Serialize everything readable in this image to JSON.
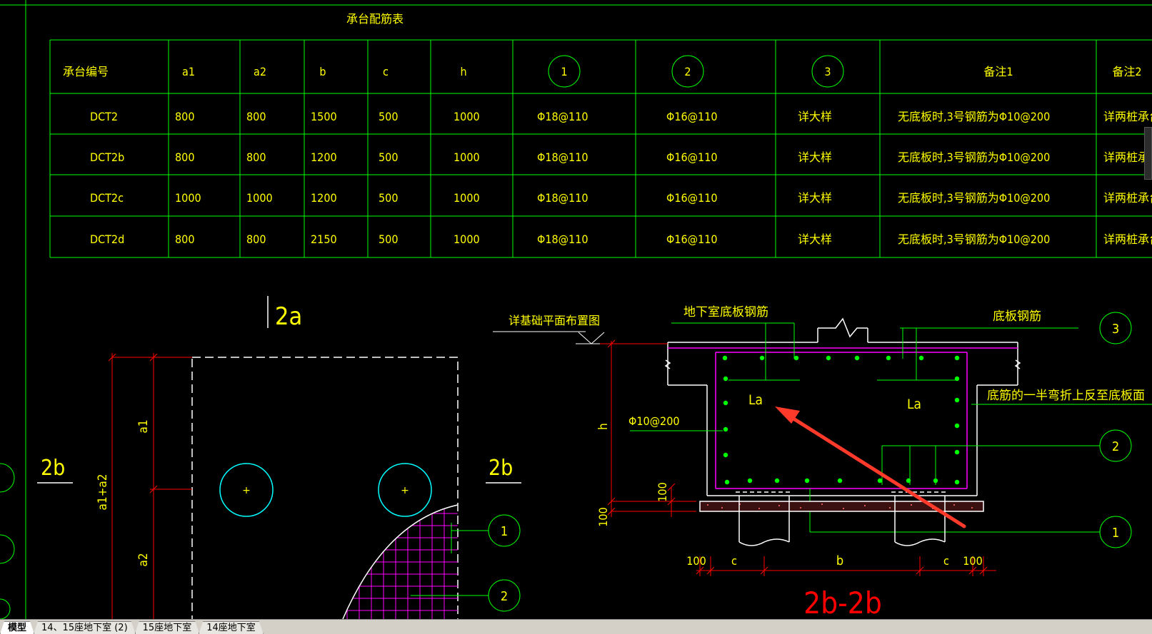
{
  "colors": {
    "background": "#000000",
    "grid_green": "#00ff00",
    "text_yellow": "#ffff00",
    "dim_red": "#ff0000",
    "pile_cyan": "#00ffff",
    "hatch_magenta": "#ff00ff",
    "outline_white": "#ffffff",
    "arrow_red": "#ff3a2a"
  },
  "table": {
    "title": "承台配筋表",
    "headers": [
      "承台编号",
      "a1",
      "a2",
      "b",
      "c",
      "h",
      "1",
      "2",
      "3",
      "备注1",
      "备注2"
    ],
    "rows": [
      [
        "DCT2",
        "800",
        "800",
        "1500",
        "500",
        "1000",
        "Φ18@110",
        "Φ16@110",
        "详大样",
        "无底板时,3号钢筋为Φ10@200",
        "详两桩承台大"
      ],
      [
        "DCT2b",
        "800",
        "800",
        "1200",
        "500",
        "1000",
        "Φ18@110",
        "Φ16@110",
        "详大样",
        "无底板时,3号钢筋为Φ10@200",
        "详两桩承台大"
      ],
      [
        "DCT2c",
        "1000",
        "1000",
        "1200",
        "500",
        "1000",
        "Φ18@110",
        "Φ16@110",
        "详大样",
        "无底板时,3号钢筋为Φ10@200",
        "详两桩承台大"
      ],
      [
        "DCT2d",
        "800",
        "800",
        "2150",
        "500",
        "1000",
        "Φ18@110",
        "Φ16@110",
        "详大样",
        "无底板时,3号钢筋为Φ10@200",
        "详两桩承台大"
      ]
    ]
  },
  "plan": {
    "label": "2a",
    "section_left": "2b",
    "section_right": "2b",
    "dims": [
      "a1",
      "a1+a2",
      "a2"
    ],
    "callouts": [
      "1",
      "2"
    ]
  },
  "section": {
    "title": "2b-2b",
    "note_plan": "详基础平面布置图",
    "note_slab": "地下室底板钢筋",
    "note_bottom": "底板钢筋",
    "note_bend": "底筋的一半弯折上反至底板面",
    "stirrup": "Φ10@200",
    "anchor_left": "La",
    "anchor_right": "La",
    "dim_h": "h",
    "dim_100_a": "100",
    "dim_100_b": "100",
    "dim_bottom": [
      "100",
      "c",
      "b",
      "c",
      "100"
    ],
    "callouts": [
      "3",
      "2",
      "1"
    ]
  },
  "tabs": [
    "模型",
    "14、15座地下室 (2)",
    "15座地下室",
    "14座地下室"
  ]
}
